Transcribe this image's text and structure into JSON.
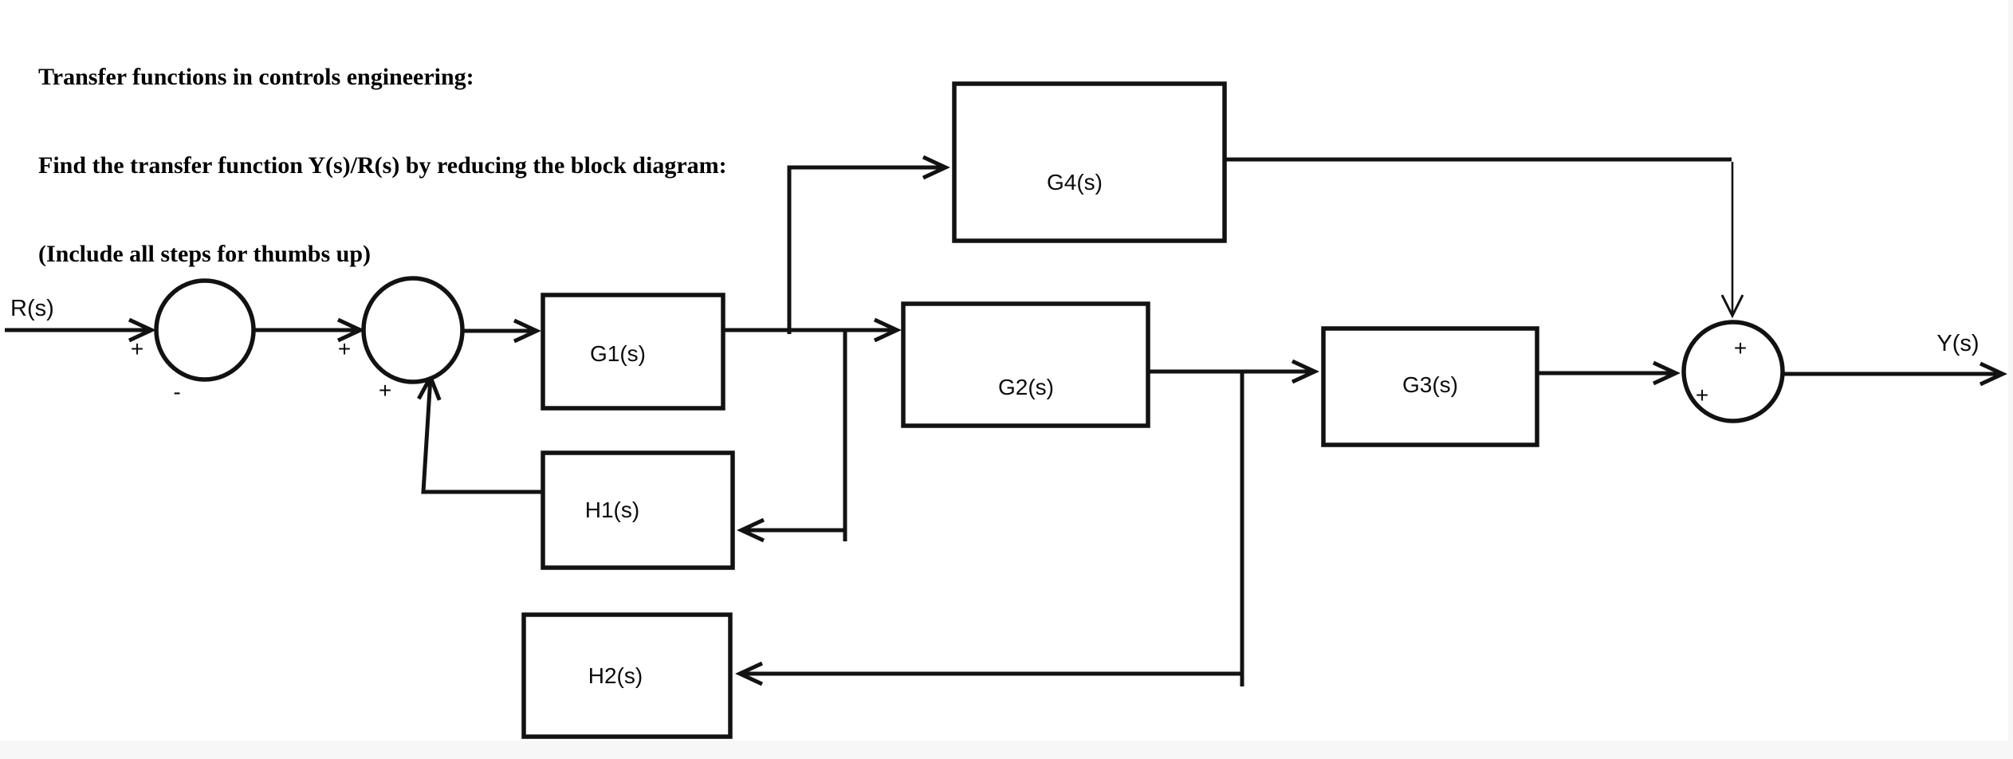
{
  "title": {
    "lines": [
      "Transfer functions in controls engineering:",
      "Find the transfer function Y(s)/R(s) by reducing the block diagram:",
      "(Include all steps for thumbs up)"
    ]
  },
  "diagram": {
    "input_label": "R(s)",
    "output_label": "Y(s)",
    "blocks": {
      "g1": "G1(s)",
      "g2": "G2(s)",
      "g3": "G3(s)",
      "g4": "G4(s)",
      "h1": "H1(s)",
      "h2": "H2(s)"
    },
    "signs": {
      "sum1_input": "+",
      "sum1_feedback": "-",
      "sum2_input": "+",
      "sum2_feedback": "+",
      "sum3_top": "+",
      "sum3_left": "+"
    }
  },
  "colors": {
    "line": "#121212",
    "background": "#ffffff",
    "footer_strip": "#f7f7f8"
  }
}
